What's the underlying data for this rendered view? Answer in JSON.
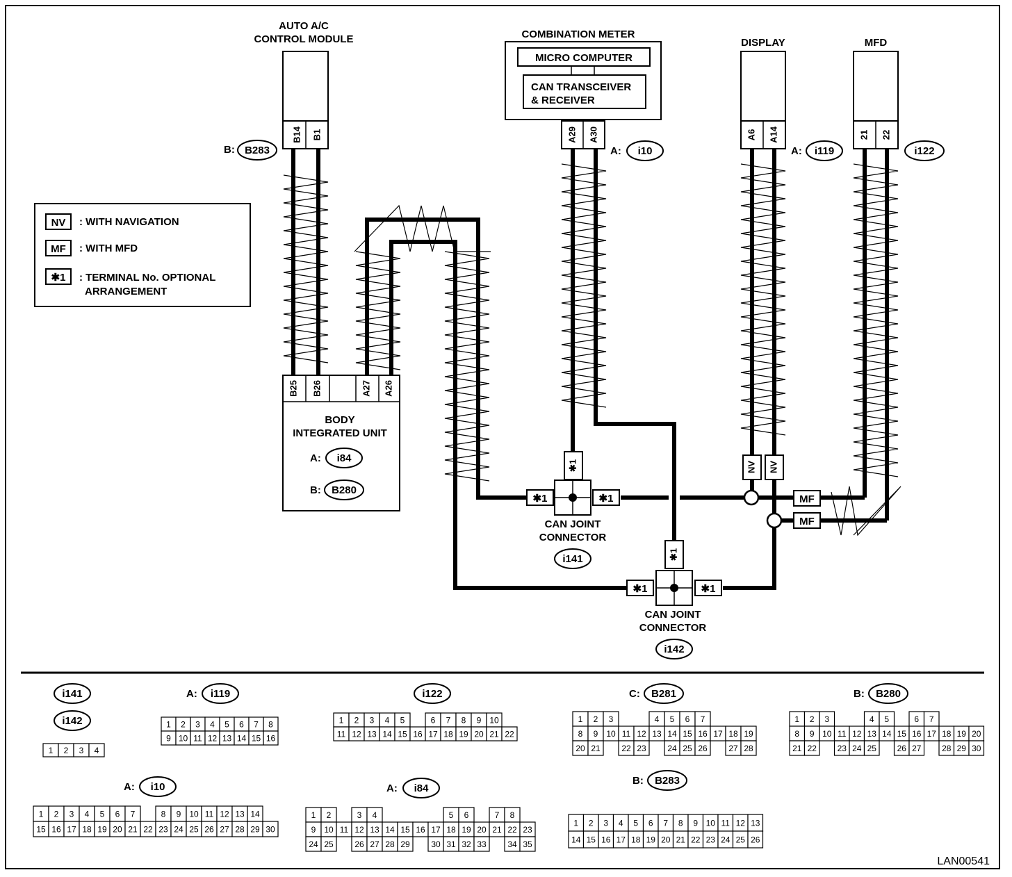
{
  "modules": {
    "auto_ac": [
      "AUTO A/C",
      "CONTROL MODULE"
    ],
    "combination_meter": "COMBINATION METER",
    "micro_computer": "MICRO COMPUTER",
    "can_transceiver": [
      "CAN TRANSCEIVER",
      "& RECEIVER"
    ],
    "display": "DISPLAY",
    "mfd": "MFD",
    "body_unit": [
      "BODY",
      "INTEGRATED UNIT"
    ],
    "can_joint_1": [
      "CAN JOINT",
      "CONNECTOR"
    ],
    "can_joint_2": [
      "CAN JOINT",
      "CONNECTOR"
    ]
  },
  "connector_refs": {
    "auto_ac": {
      "prefix": "B:",
      "id": "B283"
    },
    "meter": {
      "prefix": "A:",
      "id": "i10"
    },
    "display": {
      "prefix": "A:",
      "id": "i119"
    },
    "mfd": {
      "prefix": "",
      "id": "i122"
    },
    "body_a": {
      "prefix": "A:",
      "id": "i84"
    },
    "body_b": {
      "prefix": "B:",
      "id": "B280"
    },
    "joint_1": {
      "prefix": "",
      "id": "i141"
    },
    "joint_2": {
      "prefix": "",
      "id": "i142"
    }
  },
  "terminals": {
    "auto_ac": [
      "B14",
      "B1"
    ],
    "meter": [
      "A29",
      "A30"
    ],
    "display": [
      "A6",
      "A14"
    ],
    "mfd": [
      "21",
      "22"
    ],
    "body": [
      "B25",
      "B26",
      "A27",
      "A26"
    ]
  },
  "tags": {
    "nv": "NV",
    "mf": "MF",
    "opt": "✱1"
  },
  "legend": [
    {
      "tag": "NV",
      "text": ": WITH NAVIGATION"
    },
    {
      "tag": "MF",
      "text": ": WITH MFD"
    },
    {
      "tag": "✱1",
      "text": ": TERMINAL No. OPTIONAL",
      "text2": "ARRANGEMENT"
    }
  ],
  "faces": {
    "i141_i142": {
      "ids": [
        "i141",
        "i142"
      ],
      "rows": [
        [
          "1",
          "2",
          "3",
          "4"
        ]
      ]
    },
    "i119": {
      "prefix": "A:",
      "id": "i119",
      "rows": [
        [
          "1",
          "2",
          "3",
          "4",
          "5",
          "6",
          "7",
          "8"
        ],
        [
          "9",
          "10",
          "11",
          "12",
          "13",
          "14",
          "15",
          "16"
        ]
      ]
    },
    "i122": {
      "id": "i122",
      "rows": [
        [
          "1",
          "2",
          "3",
          "4",
          "5",
          "",
          "6",
          "7",
          "8",
          "9",
          "10"
        ],
        [
          "11",
          "12",
          "13",
          "14",
          "15",
          "16",
          "17",
          "18",
          "19",
          "20",
          "21",
          "22"
        ]
      ]
    },
    "B281": {
      "prefix": "C:",
      "id": "B281",
      "rows": [
        [
          "1",
          "2",
          "3",
          "",
          "",
          "4",
          "5",
          "6",
          "7"
        ],
        [
          "8",
          "9",
          "10",
          "11",
          "12",
          "13",
          "14",
          "15",
          "16",
          "17",
          "18",
          "19"
        ],
        [
          "20",
          "21",
          "",
          "22",
          "23",
          "",
          "24",
          "25",
          "26",
          "",
          "27",
          "28"
        ]
      ]
    },
    "B280": {
      "prefix": "B:",
      "id": "B280",
      "rows": [
        [
          "1",
          "2",
          "3",
          "",
          "",
          "4",
          "5",
          "",
          "6",
          "7"
        ],
        [
          "8",
          "9",
          "10",
          "11",
          "12",
          "13",
          "14",
          "15",
          "16",
          "17",
          "18",
          "19",
          "20"
        ],
        [
          "21",
          "22",
          "",
          "23",
          "24",
          "25",
          "",
          "26",
          "27",
          "",
          "28",
          "29",
          "30"
        ]
      ]
    },
    "i10": {
      "prefix": "A:",
      "id": "i10",
      "rows": [
        [
          "1",
          "2",
          "3",
          "4",
          "5",
          "6",
          "7",
          "",
          "8",
          "9",
          "10",
          "11",
          "12",
          "13",
          "14"
        ],
        [
          "15",
          "16",
          "17",
          "18",
          "19",
          "20",
          "21",
          "22",
          "23",
          "24",
          "25",
          "26",
          "27",
          "28",
          "29",
          "30"
        ]
      ]
    },
    "i84": {
      "prefix": "A:",
      "id": "i84",
      "rows": [
        [
          "1",
          "2",
          "",
          "3",
          "4",
          "",
          "",
          "",
          "",
          "5",
          "6",
          "",
          "7",
          "8"
        ],
        [
          "9",
          "10",
          "11",
          "12",
          "13",
          "14",
          "15",
          "16",
          "17",
          "18",
          "19",
          "20",
          "21",
          "22",
          "23"
        ],
        [
          "24",
          "25",
          "",
          "26",
          "27",
          "28",
          "29",
          "",
          "30",
          "31",
          "32",
          "33",
          "",
          "34",
          "35"
        ]
      ]
    },
    "B283": {
      "prefix": "B:",
      "id": "B283",
      "rows": [
        [
          "1",
          "2",
          "3",
          "4",
          "5",
          "6",
          "7",
          "8",
          "9",
          "10",
          "11",
          "12",
          "13"
        ],
        [
          "14",
          "15",
          "16",
          "17",
          "18",
          "19",
          "20",
          "21",
          "22",
          "23",
          "24",
          "25",
          "26"
        ]
      ]
    }
  },
  "diagram_code": "LAN00541"
}
